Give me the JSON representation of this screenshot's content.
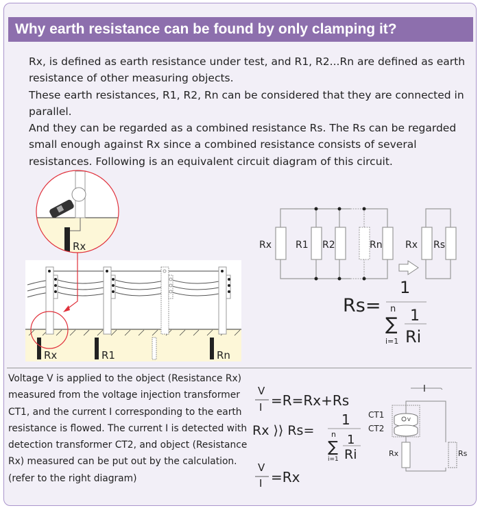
{
  "title": "Why earth resistance can be found by only clamping it?",
  "intro": [
    "Rx, is defined as earth resistance under test, and R1, R2...Rn are defined as earth resistance of other measuring objects.",
    "These earth resistances, R1, R2, Rn can be considered that they are connected in parallel.",
    "And they can be regarded as a combined resistance Rs. The Rs can be regarded small enough against Rx since a combined resistance consists of several resistances. Following is an equivalent circuit diagram of this circuit."
  ],
  "illustration": {
    "labels": {
      "rx": "Rx",
      "r1": "R1",
      "rn": "Rn"
    }
  },
  "circuit": {
    "labels": {
      "rx": "Rx",
      "r1": "R1",
      "r2": "R2",
      "rn": "Rn",
      "rs": "Rs"
    },
    "formula": {
      "lhs": "Rs=",
      "num": "1",
      "sum_top": "n",
      "sum_bottom": "i=1",
      "term_num": "1",
      "term_den": "Ri"
    }
  },
  "bottom_text": "Voltage V is applied to the object (Resistance Rx) measured from the voltage injection transformer CT1, and the current I corresponding to the earth resistance is flowed. The current I is detected with detection transformer CT2, and object (Resistance Rx) measured can be put out by the calculation. (refer to the right diagram)",
  "equations": {
    "eq1_num": "V",
    "eq1_den": "I",
    "eq1_rest": "=R=Rx+Rs",
    "eq2_lhs": "Rx ⟩⟩  Rs=",
    "eq2_num": "1",
    "eq2_sum_top": "n",
    "eq2_sum_bottom": "i=1",
    "eq2_term_num": "1",
    "eq2_term_den": "Ri",
    "eq3_num": "V",
    "eq3_den": "I",
    "eq3_rest": "=Rx"
  },
  "ct_diagram": {
    "current": "I",
    "ct1": "CT1",
    "ct2": "CT2",
    "v": "V",
    "rx": "Rx",
    "rs": "Rs"
  }
}
